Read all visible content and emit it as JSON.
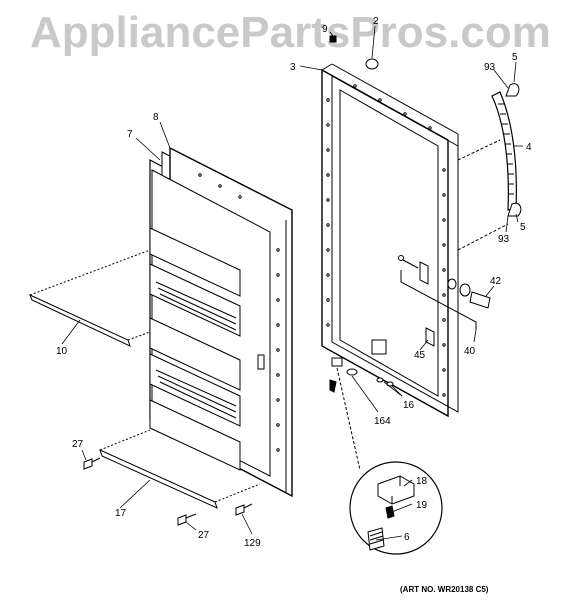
{
  "watermark": "AppliancePartsPros.com",
  "art_number": "(ART NO. WR20138 C5)",
  "callouts": {
    "c2": "2",
    "c3": "3",
    "c4": "4",
    "c5a": "5",
    "c5b": "5",
    "c6": "6",
    "c7": "7",
    "c8": "8",
    "c9": "9",
    "c10": "10",
    "c16": "16",
    "c17": "17",
    "c18": "18",
    "c19": "19",
    "c27a": "27",
    "c27b": "27",
    "c40": "40",
    "c42": "42",
    "c45": "45",
    "c93a": "93",
    "c93b": "93",
    "c129": "129",
    "c164": "164"
  }
}
